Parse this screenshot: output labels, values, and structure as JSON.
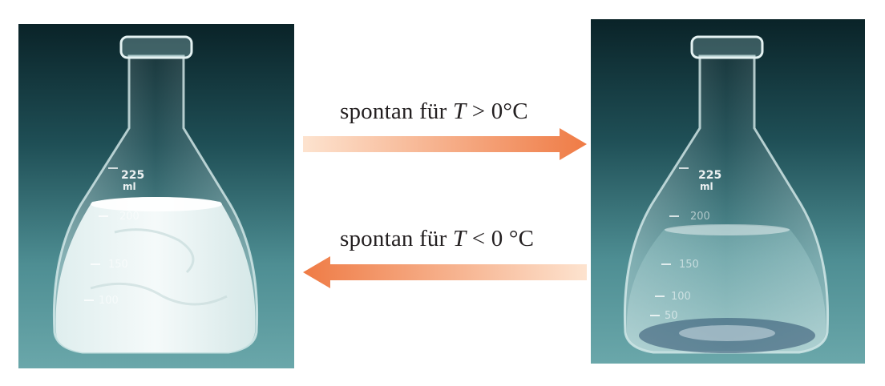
{
  "figure": {
    "photos": [
      {
        "description_icon": "flask-with-ice-icon",
        "graduation_top": "225",
        "graduation_unit": "ml",
        "marks": [
          "200",
          "150",
          "100"
        ]
      },
      {
        "description_icon": "flask-with-water-icon",
        "graduation_top": "225",
        "graduation_unit": "ml",
        "marks": [
          "200",
          "150",
          "100",
          "50"
        ]
      }
    ],
    "captions": {
      "forward": {
        "prefix": "spontan für ",
        "variable": "T",
        "relation": " > 0°C"
      },
      "reverse": {
        "prefix": "spontan für ",
        "variable": "T",
        "relation": " < 0 °C"
      }
    },
    "arrows": {
      "forward_direction": "right",
      "reverse_direction": "left",
      "color_start": "#fde3cf",
      "color_end": "#ef7b45"
    },
    "colors": {
      "background_top": "#0d2a30",
      "background_bottom": "#5f9ea3",
      "ice": "#e9f3f2",
      "water": "#b8d8d8"
    }
  }
}
